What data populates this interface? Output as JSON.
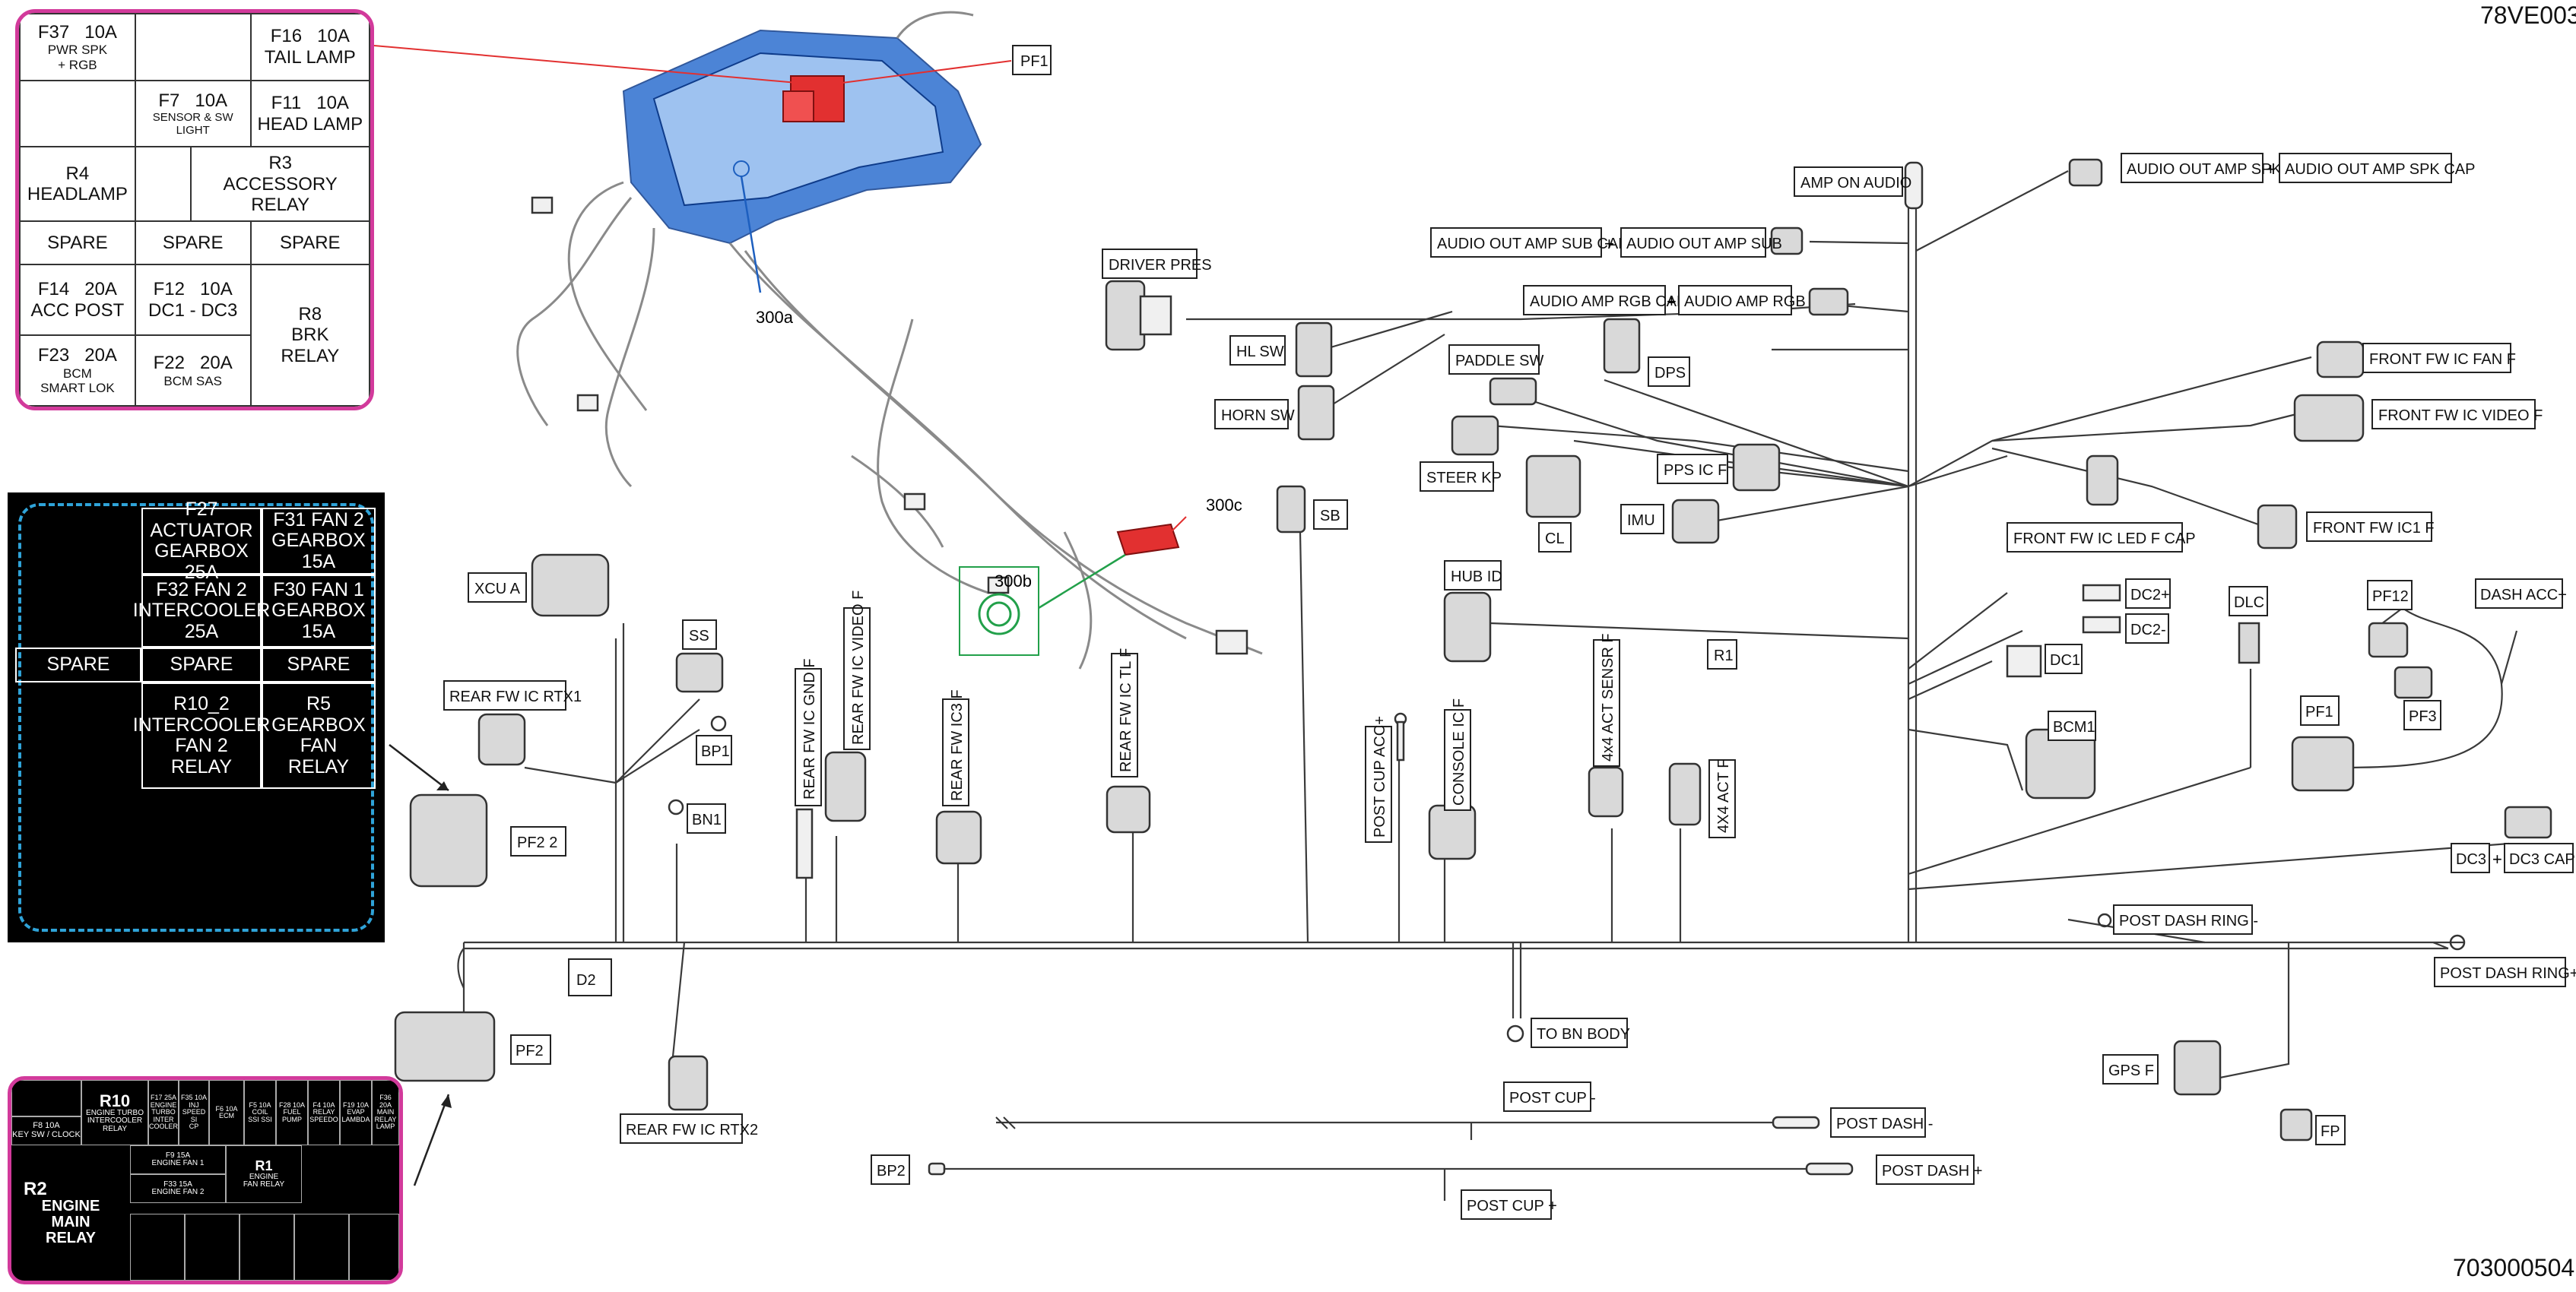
{
  "codes": {
    "top_right": "78VE003",
    "bottom_right": "703000504"
  },
  "fusebox_pink": {
    "f37": "F37",
    "f37_amp": "10A",
    "f37_desc1": "PWR SPK",
    "f37_desc2": "+ RGB",
    "f16": "F16",
    "f16_amp": "10A",
    "f16_desc": "TAIL LAMP",
    "f7": "F7",
    "f7_amp": "10A",
    "f7_desc": "SENSOR & SW LIGHT",
    "f11": "F11",
    "f11_amp": "10A",
    "f11_desc": "HEAD LAMP",
    "r4": "R4",
    "r4_desc": "HEADLAMP",
    "r3": "R3",
    "r3_desc": "ACCESSORY RELAY",
    "spare": "SPARE",
    "f14": "F14",
    "f14_amp": "20A",
    "f14_desc": "ACC POST",
    "f12": "F12",
    "f12_amp": "10A",
    "f12_desc": "DC1 - DC3",
    "r8": "R8",
    "r8_desc1": "BRK",
    "r8_desc2": "RELAY",
    "f23": "F23",
    "f23_amp": "20A",
    "f23_desc1": "BCM",
    "f23_desc2": "SMART LOK",
    "f22": "F22",
    "f22_amp": "20A",
    "f22_desc": "BCM SAS"
  },
  "fusebox_black": {
    "f27_1": "F27 ACTUATOR",
    "f27_2": "GEARBOX",
    "f27_3": "25A",
    "f31_1": "F31 FAN 2",
    "f31_2": "GEARBOX",
    "f31_3": "15A",
    "f32_1": "F32 FAN 2",
    "f32_2": "INTERCOOLER",
    "f32_3": "25A",
    "f30_1": "F30 FAN 1",
    "f30_2": "GEARBOX",
    "f30_3": "15A",
    "spare": "SPARE",
    "r10_1": "R10_2",
    "r10_2": "INTERCOOLER",
    "r10_3": "FAN 2",
    "r10_4": "RELAY",
    "r5_1": "R5",
    "r5_2": "GEARBOX",
    "r5_3": "FAN",
    "r5_4": "RELAY"
  },
  "fusebox_small": {
    "r10": "R10",
    "r10_desc1": "ENGINE TURBO",
    "r10_desc2": "INTERCOOLER",
    "r10_desc3": "RELAY",
    "f8": "F8  10A",
    "f8_desc": "KEY SW / CLOCK",
    "f17": "F17 25A",
    "f17_d1": "ENGINE",
    "f17_d2": "TURBO",
    "f17_d3": "INTER",
    "f17_d4": "COOLER",
    "f35": "F35 10A",
    "f35_d1": "INJ",
    "f35_d2": "SPEED",
    "f35_d3": "SI",
    "f35_d4": "CP",
    "f6": "F6  10A",
    "f6_d1": "ECM",
    "f5": "F5  10A",
    "f5_d1": "COIL",
    "f5_d2": "SSI SSI",
    "f28": "F28 10A",
    "f28_d1": "FUEL",
    "f28_d2": "PUMP",
    "f4": "F4  10A",
    "f4_d1": "RELAY",
    "f4_d2": "SPEEDO",
    "f19": "F19 10A",
    "f19_d1": "EVAP",
    "f19_d2": "LAMBDA",
    "f36": "F36 20A",
    "f36_d1": "MAIN",
    "f36_d2": "RELAY",
    "f36_d3": "LAMP",
    "r2": "R2",
    "r2_d1": "ENGINE",
    "r2_d2": "MAIN",
    "r2_d3": "RELAY",
    "f9": "F9  15A",
    "f9_d": "ENGINE FAN 1",
    "f33": "F33 15A",
    "f33_d": "ENGINE FAN 2",
    "r1": "R1",
    "r1_d1": "ENGINE",
    "r1_d2": "FAN RELAY"
  },
  "callouts": {
    "c300a": "300a",
    "c300b": "300b",
    "c300c": "300c"
  },
  "labels": {
    "pf1_top": "PF1",
    "amp_on_audio": "AMP ON AUDIO",
    "audio_out_amp_spk": "AUDIO OUT AMP SPK",
    "audio_out_amp_spk_cap": "AUDIO OUT AMP SPK CAP",
    "audio_out_amp_sub_cap": "AUDIO OUT AMP SUB CAP",
    "audio_out_amp_sub": "AUDIO OUT AMP SUB",
    "audio_amp_rgb_cap": "AUDIO AMP RGB CAP",
    "audio_amp_rgb": "AUDIO AMP RGB",
    "plus": "+",
    "driver_pres": "DRIVER PRES",
    "hl_sw": "HL SW",
    "horn_sw": "HORN SW",
    "paddle_sw": "PADDLE SW",
    "dps": "DPS",
    "steer_kp": "STEER KP",
    "pps_ic_f": "PPS IC F",
    "imu": "IMU",
    "cl": "CL",
    "front_fw_ic_fan_f": "FRONT FW IC FAN F",
    "front_fw_ic_video_f": "FRONT FW IC VIDEO F",
    "front_fw_ic_led_f_cap": "FRONT FW IC LED F CAP",
    "front_fw_ic1_f": "FRONT FW IC1 F",
    "xcu_a": "XCU A",
    "ss": "SS",
    "sb": "SB",
    "hub_id": "HUB ID",
    "r1": "R1",
    "dc2p": "DC2+",
    "dc2m": "DC2-",
    "dc1": "DC1",
    "dlc": "DLC",
    "pf12": "PF12",
    "dash_acc": "DASH ACC+",
    "pf3": "PF3",
    "pf1": "PF1",
    "bcm1": "BCM1",
    "dc3": "DC3",
    "dc3_cap": "DC3 CAP",
    "rear_fw_ic_rtx1": "REAR FW IC RTX1",
    "bp1": "BP1",
    "bn1": "BN1",
    "pf2_2": "PF2 2",
    "pf2": "PF2",
    "d2": "D2",
    "rear_fw_ic_gnd_f": "REAR FW IC GND F",
    "rear_fw_ic_video_f": "REAR FW IC VIDEO F",
    "rear_fw_ic3_f": "REAR FW IC3 F",
    "rear_fw_ic_tl_f": "REAR FW IC TL F",
    "post_cup_acc": "POST CUP ACC+",
    "console_ic_f": "CONSOLE IC F",
    "x4x4_act_sensr_f": "4x4 ACT SENSR F",
    "x4x4_act_f": "4X4 ACT F",
    "post_dash_ring_m": "POST DASH RING -",
    "post_dash_ring_p": "POST DASH RING+",
    "to_bn_body": "TO BN BODY",
    "rear_fw_ic_rtx2": "REAR FW IC RTX2",
    "post_cup_m": "POST CUP -",
    "post_dash_m": "POST DASH -",
    "bp2": "BP2",
    "post_dash_p": "POST DASH +",
    "post_cup_p": "POST CUP +",
    "gps_f": "GPS F",
    "fp": "FP"
  }
}
